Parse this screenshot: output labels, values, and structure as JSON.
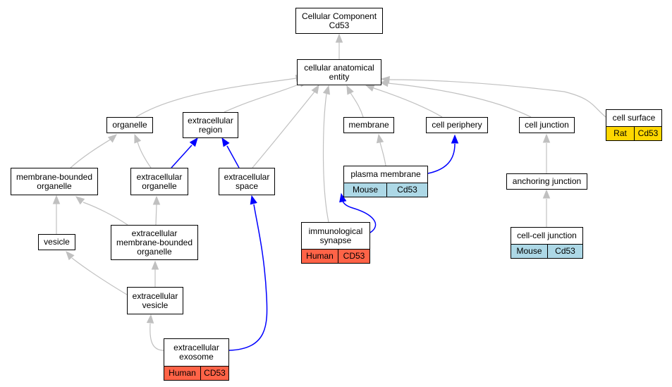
{
  "colors": {
    "is_a_edge": "#c0c0c0",
    "part_of_edge": "#0000ff",
    "human": "#ff6347",
    "mouse": "#add8e6",
    "rat": "#ffd700"
  },
  "nodes": {
    "root": {
      "text": "Cellular Component\nCd53"
    },
    "cae": {
      "text": "cellular anatomical\nentity"
    },
    "organelle": {
      "text": "organelle"
    },
    "ecregion": {
      "text": "extracellular\nregion"
    },
    "membrane": {
      "text": "membrane"
    },
    "cellperiphery": {
      "text": "cell periphery"
    },
    "celljunction": {
      "text": "cell junction"
    },
    "cellsurface": {
      "text": "cell surface",
      "species": "Rat",
      "gene": "Cd53"
    },
    "mbo": {
      "text": "membrane-bounded\norganelle"
    },
    "ecorganelle": {
      "text": "extracellular\norganelle"
    },
    "ecspace": {
      "text": "extracellular\nspace"
    },
    "plasmamembrane": {
      "text": "plasma membrane",
      "species": "Mouse",
      "gene": "Cd53"
    },
    "anchoring": {
      "text": "anchoring junction"
    },
    "immsynapse": {
      "text": "immunological\nsynapse",
      "species": "Human",
      "gene": "CD53"
    },
    "ccjunction": {
      "text": "cell-cell junction",
      "species": "Mouse",
      "gene": "Cd53"
    },
    "vesicle": {
      "text": "vesicle"
    },
    "ecmbo": {
      "text": "extracellular\nmembrane-bounded\norganelle"
    },
    "ecvesicle": {
      "text": "extracellular\nvesicle"
    },
    "exosome": {
      "text": "extracellular\nexosome",
      "species": "Human",
      "gene": "CD53"
    }
  }
}
